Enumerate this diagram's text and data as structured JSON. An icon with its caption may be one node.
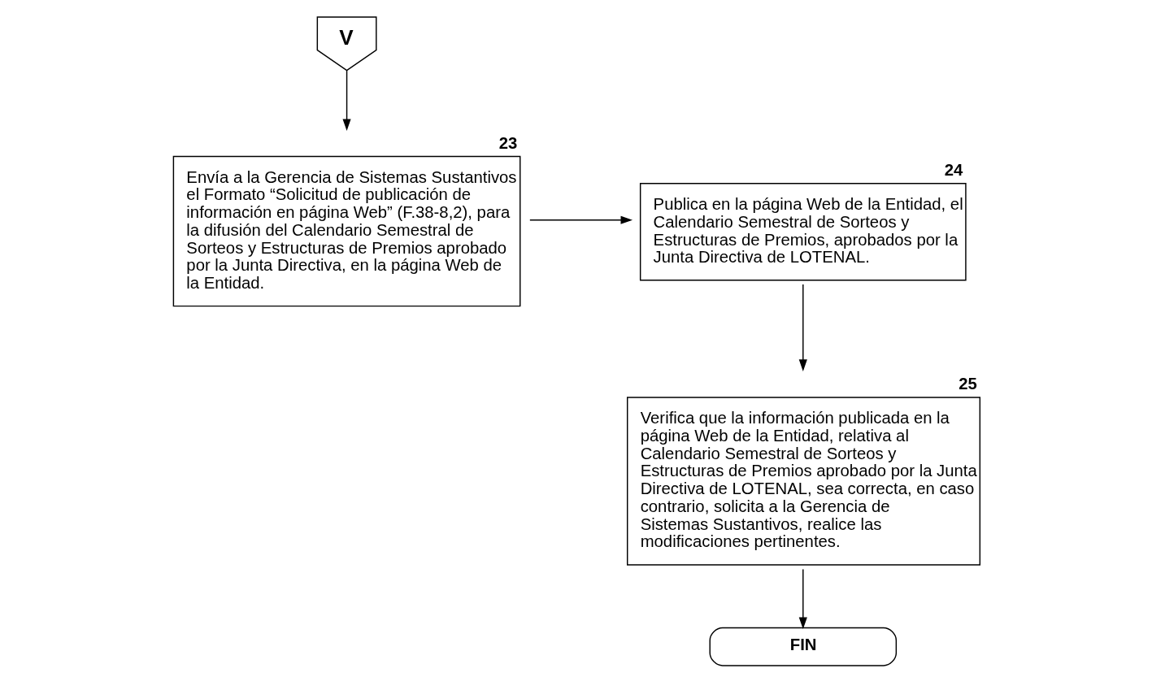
{
  "diagram": {
    "nodes": [
      {
        "text": [
          "V"
        ]
      },
      {
        "text": [
          "23",
          "Envía a la Gerencia de Sistemas Sustantivos el Formato “Solicitud de publicación de información en página Web” (F.38-8,2), para la difusión del Calendario Semestral de Sorteos y Estructuras de Premios aprobado por la Junta Directiva, en la página Web de la Entidad."
        ]
      },
      {
        "text": [
          "24",
          "Publica en la página Web de la Entidad, el Calendario Semestral de Sorteos y Estructuras de Premios, aprobados por la Junta Directiva de LOTENAL."
        ]
      },
      {
        "text": [
          "25",
          "Verifica que la información publicada en la página Web de la Entidad, relativa al Calendario Semestral de Sorteos y Estructuras de Premios aprobado por la Junta Directiva de LOTENAL, sea correcta, en caso contrario, solicita a la Gerencia de Sistemas Sustantivos, realice las modificaciones pertinentes."
        ]
      },
      {
        "text": [
          "FIN"
        ]
      }
    ],
    "edges": [
      {
        "from": 0,
        "to": 1,
        "arrow": "to"
      },
      {
        "from": 1,
        "to": 2,
        "arrow": "to"
      },
      {
        "from": 2,
        "to": 3,
        "arrow": "to"
      },
      {
        "from": 3,
        "to": 4,
        "arrow": "to"
      }
    ]
  }
}
